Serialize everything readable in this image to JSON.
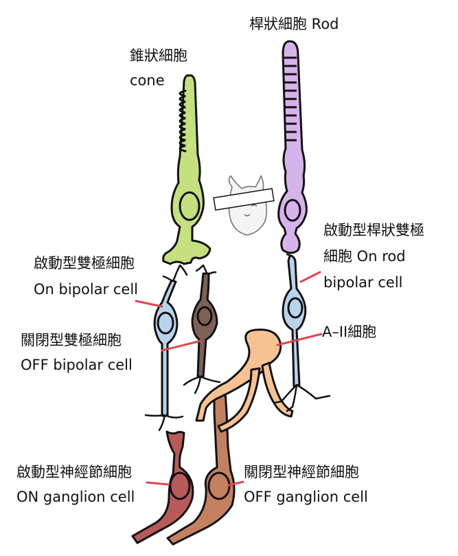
{
  "labels": {
    "rod": "桿狀細胞 Rod",
    "cone_zh": "錐狀細胞",
    "cone_en": "cone",
    "on_rod_bipolar_zh": "啟動型桿狀雙極",
    "on_rod_bipolar_mid": "細胞 On rod",
    "on_rod_bipolar_en": "bipolar cell",
    "on_bipolar_zh": "啟動型雙極細胞",
    "on_bipolar_en": "On bipolar cell",
    "off_bipolar_zh": "關閉型雙極細胞",
    "off_bipolar_en": "OFF bipolar cell",
    "aii": "A–II細胞",
    "on_ganglion_zh": "啟動型神經節細胞",
    "on_ganglion_en": "ON ganglion cell",
    "off_ganglion_zh": "關閉型神經節細胞",
    "off_ganglion_en": "OFF ganglion cell"
  },
  "colors": {
    "cone": "#c5e07e",
    "rod": "#d7b3ec",
    "on_bipolar": "#b8d4ec",
    "off_bipolar": "#7d6156",
    "aii": "#f7c292",
    "on_ganglion": "#b85a59",
    "off_ganglion": "#c48160",
    "pointer": "#e0454d"
  },
  "watermark": "cat-sketch"
}
